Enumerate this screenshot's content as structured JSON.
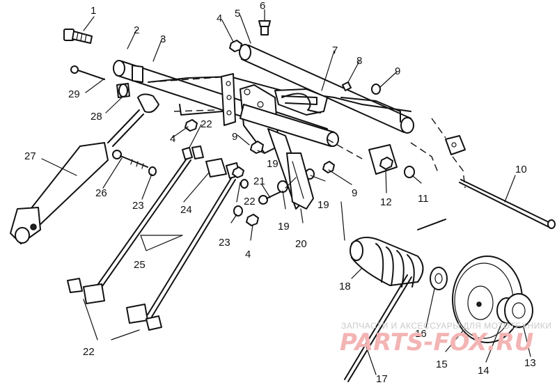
{
  "callouts": {
    "c1": "1",
    "c2": "2",
    "c3": "3",
    "c4a": "4",
    "c4b": "4",
    "c4c": "4",
    "c5": "5",
    "c6": "6",
    "c7": "7",
    "c8": "8",
    "c9a": "9",
    "c9b": "9",
    "c9c": "9",
    "c10": "10",
    "c11": "11",
    "c12": "12",
    "c13": "13",
    "c14": "14",
    "c15": "15",
    "c16": "16",
    "c17": "17",
    "c18": "18",
    "c19a": "19",
    "c19b": "19",
    "c19c": "19",
    "c20": "20",
    "c21": "21",
    "c22a": "22",
    "c22b": "22",
    "c22c": "22",
    "c23a": "23",
    "c23b": "23",
    "c24": "24",
    "c25": "25",
    "c26": "26",
    "c27": "27",
    "c28": "28",
    "c29": "29"
  },
  "watermark": {
    "tagline": "ЗАПЧАСТИ И АКСЕССУАРЫ ДЛЯ МОТОТЕХНИКИ",
    "brand": "PARTS-FOX.RU"
  }
}
